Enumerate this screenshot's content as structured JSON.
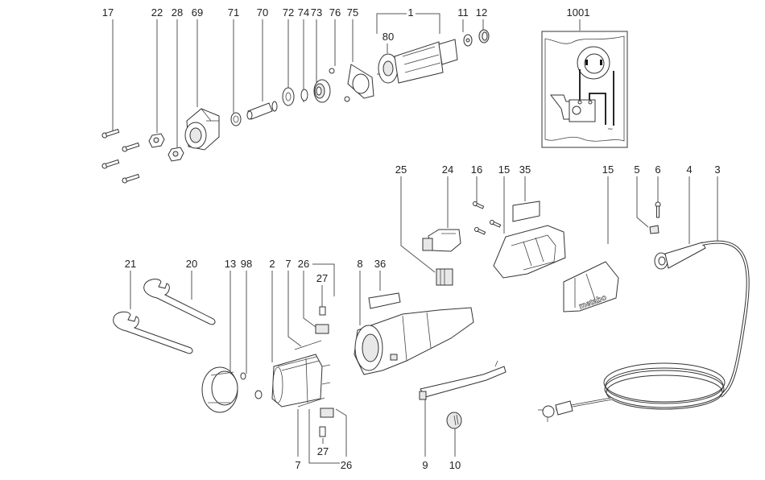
{
  "diagram": {
    "type": "exploded-parts-view",
    "brand_text": "metabo",
    "callouts": [
      {
        "id": "c17",
        "label": "17"
      },
      {
        "id": "c22",
        "label": "22"
      },
      {
        "id": "c28",
        "label": "28"
      },
      {
        "id": "c69",
        "label": "69"
      },
      {
        "id": "c71",
        "label": "71"
      },
      {
        "id": "c70",
        "label": "70"
      },
      {
        "id": "c72",
        "label": "72"
      },
      {
        "id": "c74",
        "label": "74"
      },
      {
        "id": "c73",
        "label": "73"
      },
      {
        "id": "c76",
        "label": "76"
      },
      {
        "id": "c75",
        "label": "75"
      },
      {
        "id": "c1",
        "label": "1"
      },
      {
        "id": "c80",
        "label": "80"
      },
      {
        "id": "c11",
        "label": "11"
      },
      {
        "id": "c12",
        "label": "12"
      },
      {
        "id": "c1001",
        "label": "1001"
      },
      {
        "id": "c25",
        "label": "25"
      },
      {
        "id": "c24",
        "label": "24"
      },
      {
        "id": "c16",
        "label": "16"
      },
      {
        "id": "c15a",
        "label": "15"
      },
      {
        "id": "c35",
        "label": "35"
      },
      {
        "id": "c15b",
        "label": "15"
      },
      {
        "id": "c5",
        "label": "5"
      },
      {
        "id": "c6",
        "label": "6"
      },
      {
        "id": "c4",
        "label": "4"
      },
      {
        "id": "c3",
        "label": "3"
      },
      {
        "id": "c21",
        "label": "21"
      },
      {
        "id": "c20",
        "label": "20"
      },
      {
        "id": "c13",
        "label": "13"
      },
      {
        "id": "c98",
        "label": "98"
      },
      {
        "id": "c2",
        "label": "2"
      },
      {
        "id": "c7a",
        "label": "7"
      },
      {
        "id": "c26a",
        "label": "26"
      },
      {
        "id": "c27a",
        "label": "27"
      },
      {
        "id": "c8",
        "label": "8"
      },
      {
        "id": "c36",
        "label": "36"
      },
      {
        "id": "c7b",
        "label": "7"
      },
      {
        "id": "c27b",
        "label": "27"
      },
      {
        "id": "c26b",
        "label": "26"
      },
      {
        "id": "c9",
        "label": "9"
      },
      {
        "id": "c10",
        "label": "10"
      }
    ]
  }
}
